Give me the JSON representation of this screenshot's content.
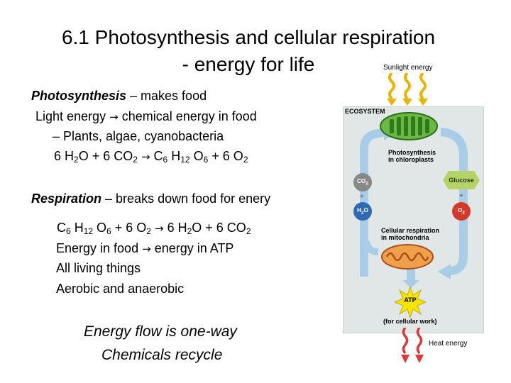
{
  "title": {
    "line1": "6.1 Photosynthesis and cellular respiration",
    "line2": "- energy for life"
  },
  "photosynthesis": {
    "heading": "Photosynthesis",
    "heading_rest": " – makes food",
    "conversion_left": "Light energy",
    "conversion_right": "chemical energy in food",
    "organisms": "– Plants, algae, cyanobacteria",
    "equation": {
      "left": "6 H2O  + 6 CO2",
      "right": "C6 H12 O6  +  6 O2"
    }
  },
  "respiration": {
    "heading": "Respiration",
    "heading_rest": " – breaks down food for enery",
    "equation": {
      "left": "C6 H12 O6  +  6 O2",
      "right": "6 H2O  + 6 CO2"
    },
    "conversion_left": "Energy in food",
    "conversion_right": "energy in ATP",
    "line_living": "All living things",
    "line_aerobic": "Aerobic and anaerobic"
  },
  "footer": {
    "line1": "Energy flow is one-way",
    "line2": "Chemicals recycle"
  },
  "diagram": {
    "sunlight_label": "Sunlight energy",
    "ecosystem_label": "ECOSYSTEM",
    "photosynthesis_label": "Photosynthesis",
    "photosynthesis_label2": "in chloroplasts",
    "respiration_label": "Cellular respiration",
    "respiration_label2": "in mitochondria",
    "co2_label": "CO2",
    "h2o_label": "H2O",
    "glucose_label": "Glucose",
    "o2_label": "O2",
    "plus1": "+",
    "plus2": "+",
    "atp_label": "ATP",
    "atp_note": "(for cellular work)",
    "heat_label": "Heat energy",
    "colors": {
      "panel": "#e1e7e7",
      "arrow_blue": "#a9cde6",
      "chloroplast": "#5aa53a",
      "mitochondrion": "#e07a2c",
      "atp": "#f5e400",
      "sun_arrow": "#e8b400",
      "heat_arrow": "#d63c3c",
      "co2": "#888888",
      "h2o": "#2f6bb5",
      "o2": "#d43a2a"
    }
  }
}
